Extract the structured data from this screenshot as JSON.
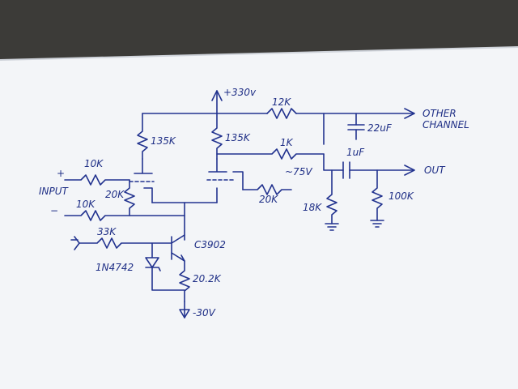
{
  "colors": {
    "ink": "#22338f",
    "paper": "#f4f6f9",
    "desk": "#3c3b38"
  },
  "labels": {
    "supply_pos": "+330v",
    "r_top_series": "12K",
    "other_channel_1": "OTHER",
    "other_channel_2": "CHANNEL",
    "cap_filter": "22uF",
    "r_plate_left": "135K",
    "r_plate_right": "135K",
    "r_cathode_fb": "1K",
    "bias_voltage": "~75V",
    "coupling_cap": "1uF",
    "out": "OUT",
    "input_label": "INPUT",
    "input_plus": "+",
    "input_minus": "−",
    "r_in_top": "10K",
    "r_in_bottom": "10K",
    "r_grid": "20K",
    "r_fb": "20K",
    "r_divider": "18K",
    "r_load": "100K",
    "r_base": "33K",
    "transistor": "C3902",
    "zener": "1N4742",
    "r_emitter": "20.2K",
    "supply_neg": "-30V"
  }
}
